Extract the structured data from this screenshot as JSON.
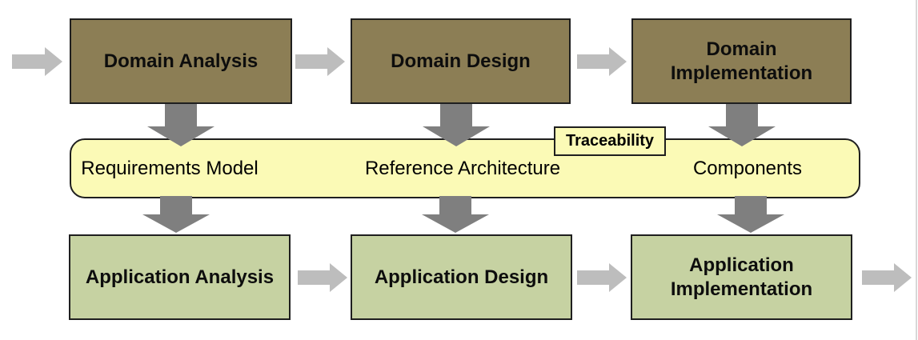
{
  "diagram": {
    "domain_row": [
      {
        "label": "Domain Analysis"
      },
      {
        "label": "Domain Design"
      },
      {
        "label": "Domain Implementation"
      }
    ],
    "band": {
      "tag_label": "Traceability",
      "items": [
        {
          "label": "Requirements Model"
        },
        {
          "label": "Reference Architecture"
        },
        {
          "label": "Components"
        }
      ]
    },
    "application_row": [
      {
        "label": "Application Analysis"
      },
      {
        "label": "Application Design"
      },
      {
        "label": "Application Implementation"
      }
    ],
    "icons": {
      "right_arrow": "right-block-arrow",
      "down_arrow": "down-block-arrow"
    },
    "colors": {
      "domain_box_fill": "#8C7E55",
      "application_box_fill": "#C6D2A2",
      "band_fill": "#FBFAB6",
      "tag_fill": "#FBFAB6",
      "box_border": "#1F1F1F",
      "right_arrow_gray": "#BDBDBD",
      "down_arrow_gray": "#7F7F7F",
      "page_edge": "#D8D8D8"
    }
  }
}
